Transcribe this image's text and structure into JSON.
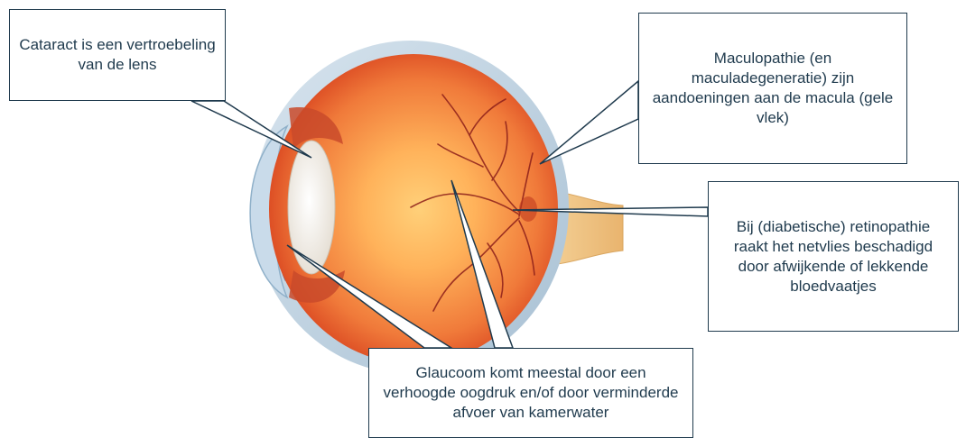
{
  "callouts": {
    "cataract": "Cataract is een vertroebeling van de lens",
    "macula": "Maculopathie (en maculadegeneratie) zijn aandoeningen aan de macula (gele vlek)",
    "retinopathie": "Bij (diabetische) retinopathie raakt het netvlies beschadigd door afwijkende of lekkende bloedvaatjes",
    "glaucoom": "Glaucoom komt meestal door een verhoogde oogdruk en/of door verminderde afvoer van kamerwater"
  },
  "colors": {
    "border": "#1f3a4d",
    "text": "#1f3a4d",
    "globe": "#e8502a",
    "globe_center": "#ffd079",
    "sclera": "#b9cfe0",
    "lens": "#f7f3ec",
    "nerve": "#f4c98a"
  }
}
